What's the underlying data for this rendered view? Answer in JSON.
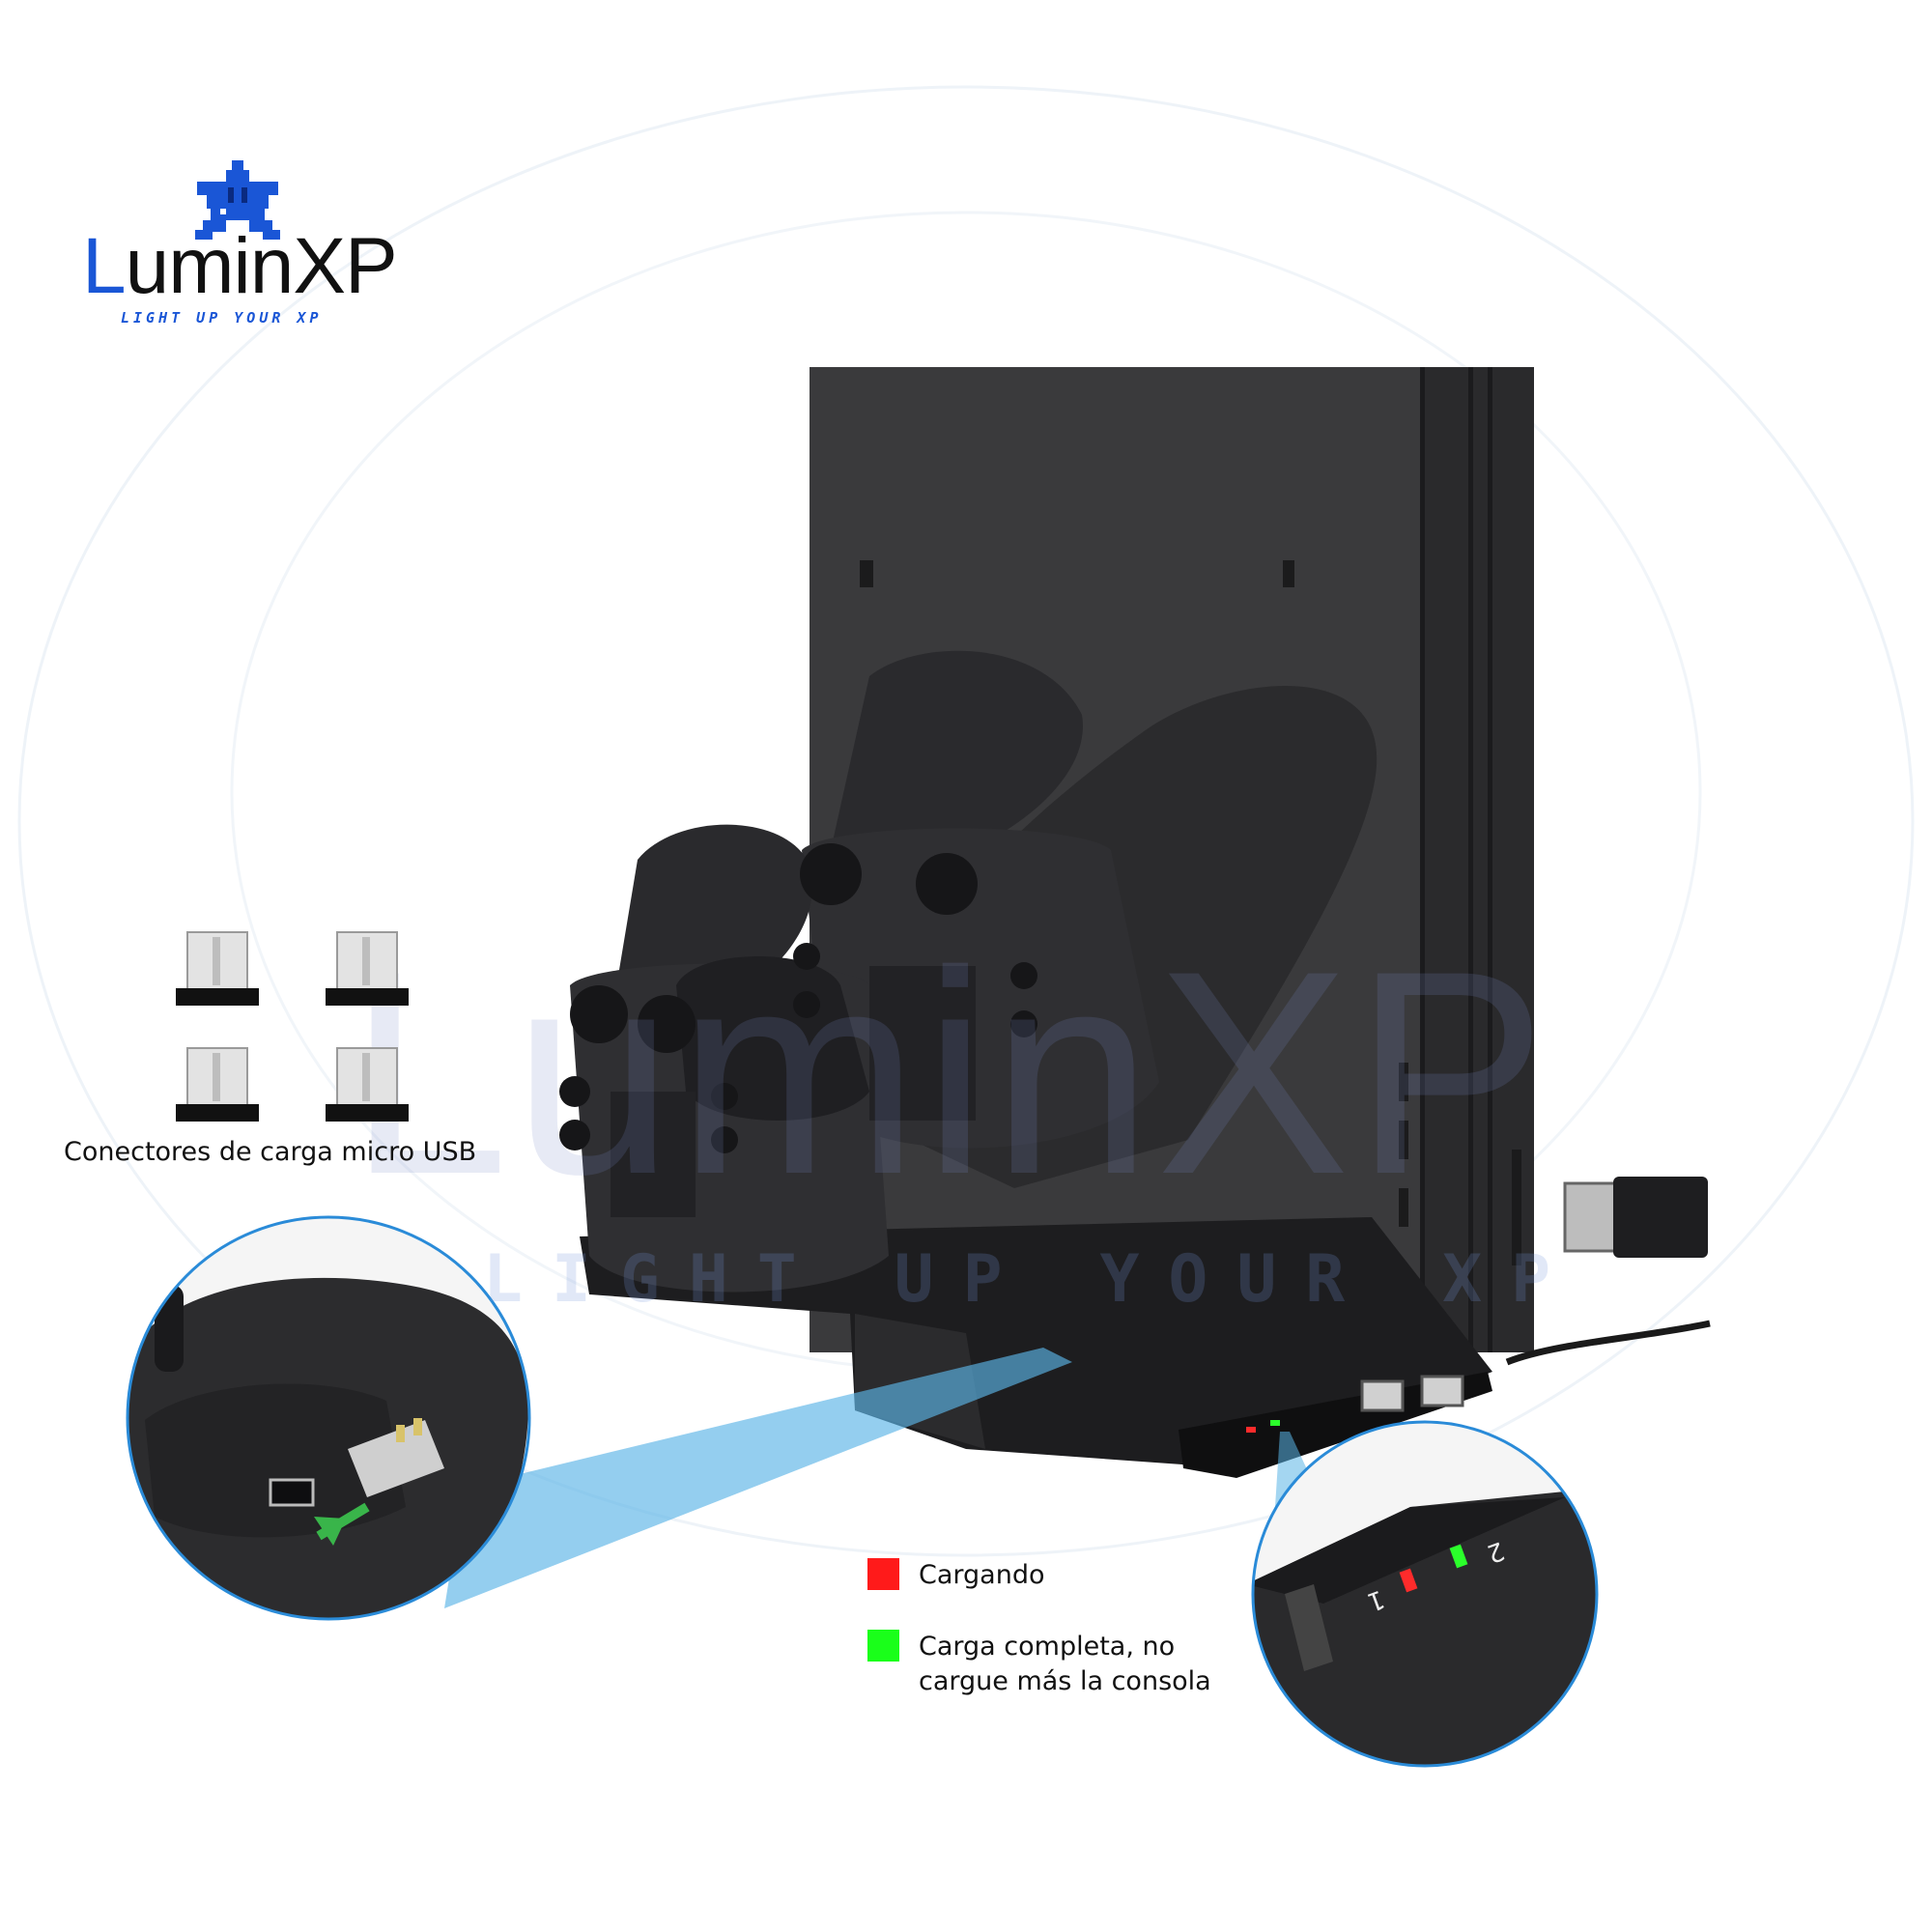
{
  "brand": {
    "name_first_letter": "L",
    "name_rest": "uminXP",
    "tagline": "LIGHT UP YOUR XP",
    "star_icon": "pixel-star-icon",
    "accent_color": "#1a56d6"
  },
  "watermark": {
    "name": "LuminXP",
    "tagline": "LIGHT UP YOUR XP"
  },
  "connectors": {
    "caption": "Conectores de carga micro USB",
    "icon": "micro-usb-connector-icon",
    "count": 4
  },
  "indicators": {
    "label_1": "1",
    "label_2": "2"
  },
  "legend": [
    {
      "color": "#ff1a1a",
      "lines": [
        "Cargando"
      ]
    },
    {
      "color": "#1aff1a",
      "lines": [
        "Carga completa, no",
        "cargue más la consola"
      ]
    }
  ]
}
